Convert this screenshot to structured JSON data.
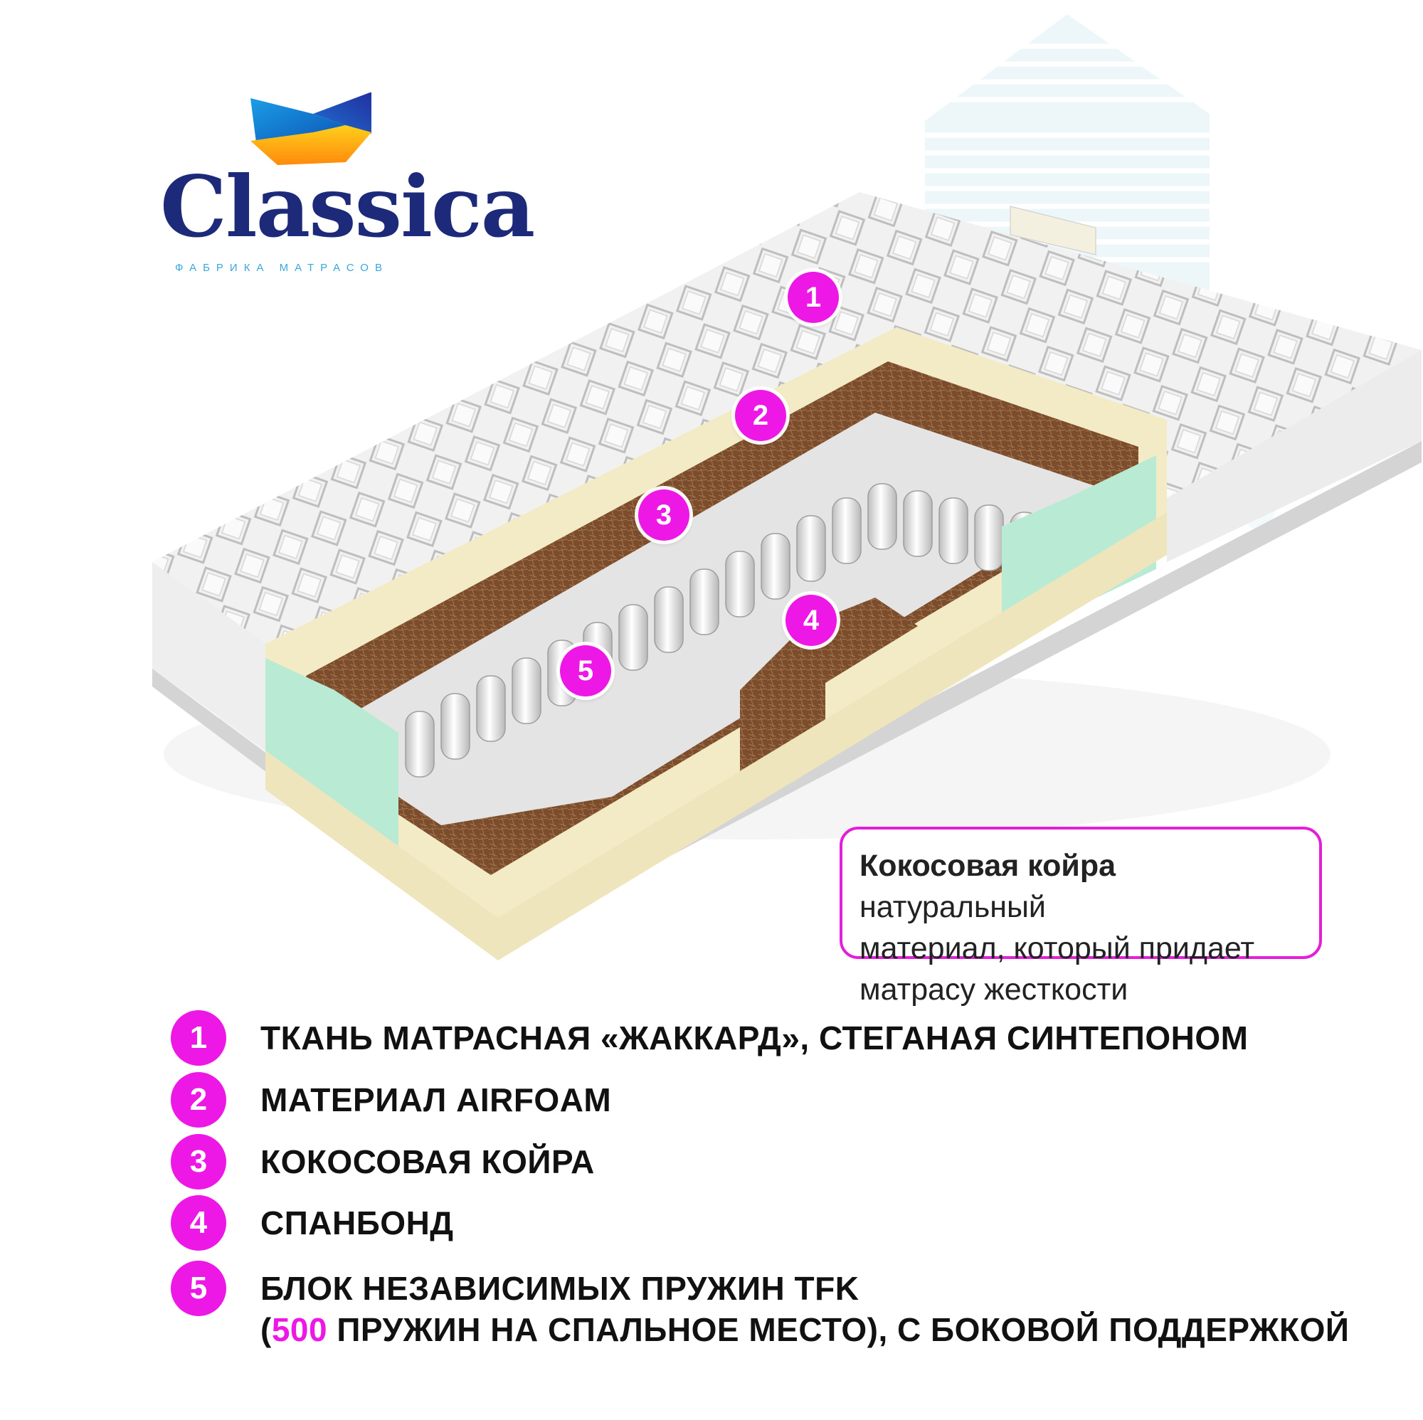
{
  "brand": {
    "name": "Classica",
    "tagline": "ФАБРИКА МАТРАСОВ"
  },
  "markers": [
    "1",
    "2",
    "3",
    "4",
    "5"
  ],
  "callout": {
    "bold": "Кокосовая  койра",
    "line1_rest": " натуральный",
    "line2": "материал, который придает",
    "line3": "матрасу жесткости"
  },
  "legend": [
    {
      "num": "1",
      "text": "ТКАНЬ МАТРАСНАЯ «ЖАККАРД», СТЕГАНАЯ СИНТЕПОНОМ"
    },
    {
      "num": "2",
      "text": "МАТЕРИАЛ AIRFOAM"
    },
    {
      "num": "3",
      "text": "КОКОСОВАЯ КОЙРА"
    },
    {
      "num": "4",
      "text": "СПАНБОНД"
    },
    {
      "num": "5",
      "text_line1": "БЛОК НЕЗАВИСИМЫХ ПРУЖИН TFK",
      "text_line2_open": "(",
      "text_line2_highlight": "500",
      "text_line2_rest": " ПРУЖИН НА СПАЛЬНОЕ МЕСТО), С БОКОВОЙ ПОДДЕРЖКОЙ"
    }
  ],
  "colors": {
    "accent": "#ee18e6",
    "brand_navy": "#1d2a7a",
    "brand_light_blue": "#3aa6de",
    "foam_mint": "#b9ead4",
    "airfoam_cream": "#f3ebc6",
    "coir_brown": "#7a4e2e"
  },
  "icons": [
    "logo-bowtie-icon"
  ]
}
